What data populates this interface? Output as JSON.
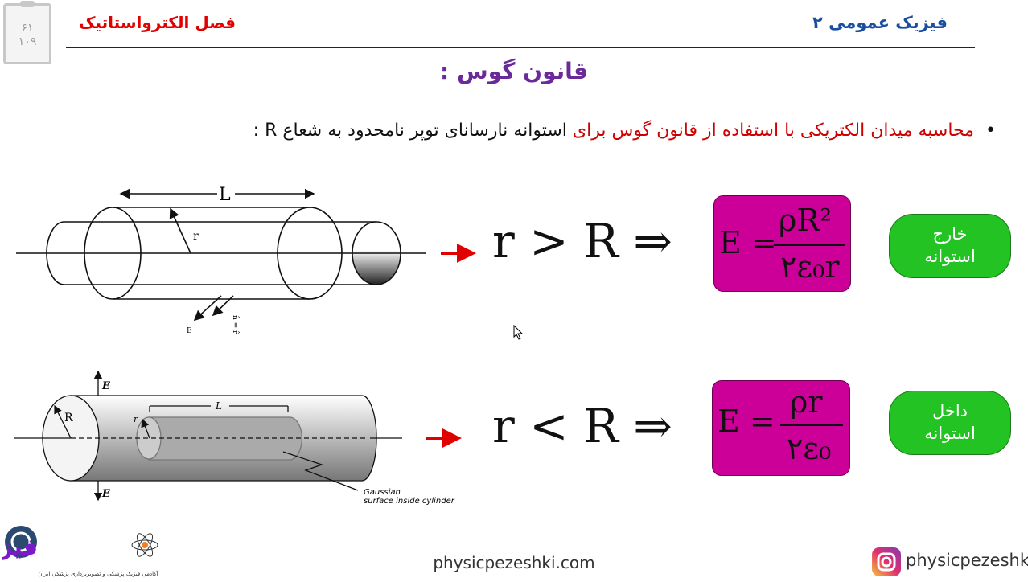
{
  "page_counter": {
    "current": "۶۱",
    "total": "۱۰۹"
  },
  "header": {
    "chapter": "فصل الکترواستاتیک",
    "course": "فیزیک عمومی ۲"
  },
  "title": "قانون گوس :",
  "bullet": {
    "part1": "محاسبه میدان الکتریکی با استفاده از",
    "part2": "قانون گوس برای",
    "part3": "استوانه نارسانای توپر نامحدود به شعاع R :"
  },
  "diagram_top": {
    "length_label": "L",
    "radius_label": "r",
    "normal_label": "n̂ = r̂",
    "field_label": "E"
  },
  "diagram_bottom": {
    "radius_big": "R",
    "radius_small": "r",
    "length_label": "L",
    "field_label": "E",
    "caption_line1": "Gaussian",
    "caption_line2": "surface inside cylinder"
  },
  "cases": [
    {
      "condition": "r > R ⇒",
      "E": "E =",
      "numerator": "ρR²",
      "denominator": "۲ε₀r",
      "label_line1": "خارج",
      "label_line2": "استوانه"
    },
    {
      "condition": "r < R ⇒",
      "E": "E =",
      "numerator": "ρr",
      "denominator": "۲ε₀",
      "label_line1": "داخل",
      "label_line2": "استوانه"
    }
  ],
  "footer": {
    "logo_text": "فیزیک پزشکی",
    "logo_subtext": "آکادمی فیزیک پزشکی و تصویربرداری پزشکی ایران",
    "website": "physicpezeshki.com",
    "instagram": "physicpezeshki",
    "instagram_icon": "instagram-icon"
  },
  "colors": {
    "formula_box": "#cc0099",
    "label_pill": "#22c322",
    "chapter": "#e00000",
    "course": "#1a4fa0",
    "title": "#6a2a9a",
    "arrow": "#e00000"
  }
}
